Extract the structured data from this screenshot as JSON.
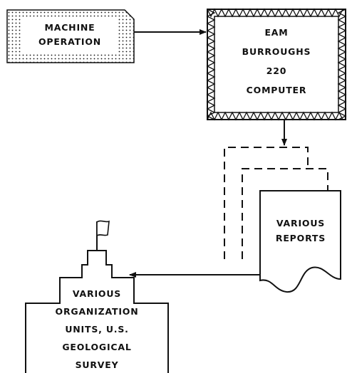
{
  "diagram": {
    "machine_operation": {
      "lines": [
        "MACHINE",
        "OPERATION"
      ]
    },
    "computer": {
      "lines": [
        "EAM",
        "BURROUGHS",
        "220",
        "COMPUTER"
      ]
    },
    "reports": {
      "lines": [
        "VARIOUS",
        "REPORTS"
      ]
    },
    "units": {
      "lines": [
        "VARIOUS",
        "ORGANIZATION",
        "UNITS, U.S.",
        "GEOLOGICAL",
        "SURVEY"
      ]
    }
  },
  "colors": {
    "ink": "#111111",
    "paper": "#ffffff"
  }
}
